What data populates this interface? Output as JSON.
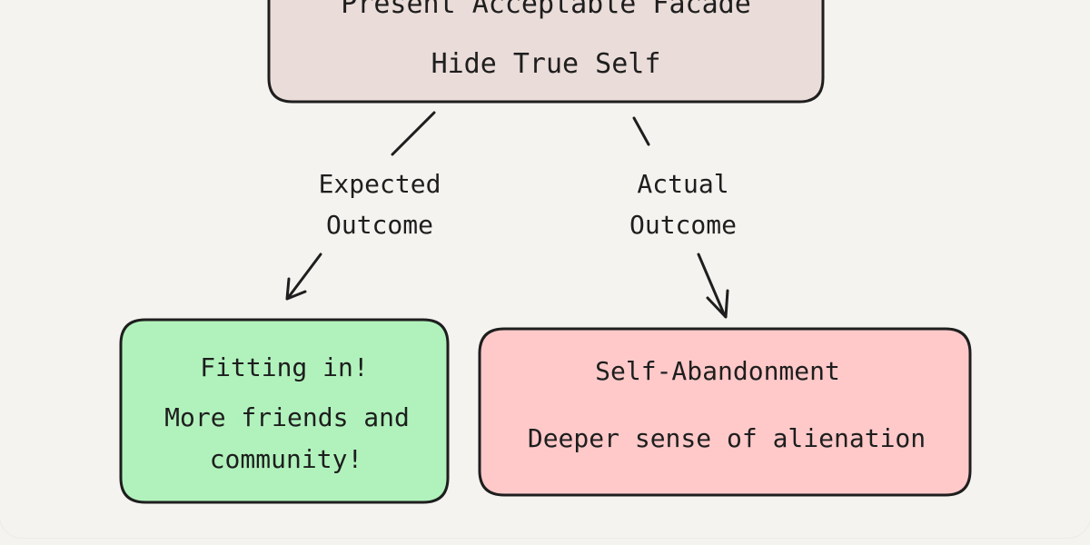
{
  "top_box": {
    "line1": "Present Acceptable Facade",
    "line2": "Hide True Self",
    "fill": "#eadcd8"
  },
  "left_edge": {
    "line1": "Expected",
    "line2": "Outcome"
  },
  "right_edge": {
    "line1": "Actual",
    "line2": "Outcome"
  },
  "left_box": {
    "line1": "Fitting in!",
    "line2": "More friends and",
    "line3": "community!",
    "fill": "#b1f2bc"
  },
  "right_box": {
    "line1": "Self-Abandonment",
    "line2": "Deeper sense of alienation",
    "fill": "#ffc9c9"
  },
  "colors": {
    "background": "#f4f3f0",
    "stroke": "#1e1e1e"
  }
}
